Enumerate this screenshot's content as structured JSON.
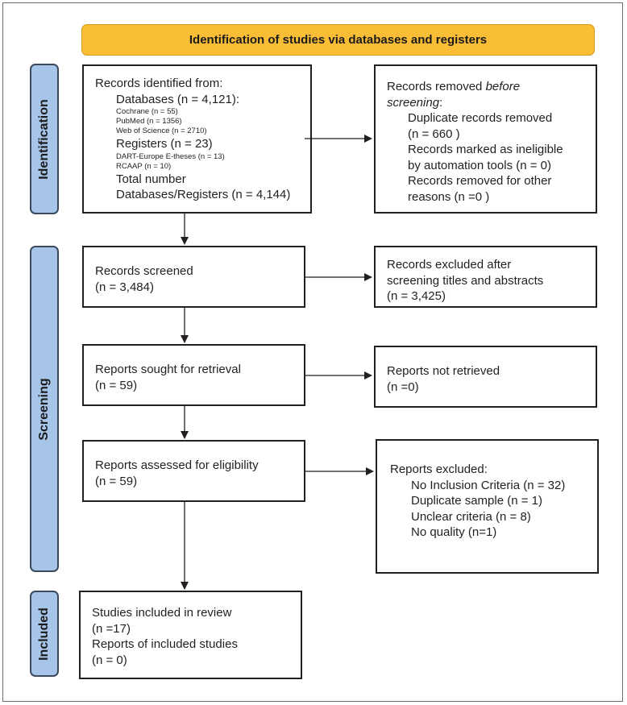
{
  "header": {
    "title": "Identification of studies via databases and registers"
  },
  "phases": {
    "identification": "Identification",
    "screening": "Screening",
    "included": "Included"
  },
  "records_identified": {
    "heading": "Records identified from:",
    "databases": "Databases (n = 4,121):",
    "cochrane": "Cochrane (n = 55)",
    "pubmed": "PubMed (n = 1356)",
    "wos": "Web of Science (n = 2710)",
    "registers": "Registers (n = 23)",
    "dart": "DART-Europe E-theses (n = 13)",
    "rcaap": "RCAAP (n = 10)",
    "total_line1": "Total number",
    "total_line2": "Databases/Registers (n = 4,144)"
  },
  "records_removed": {
    "heading_plain": "Records removed ",
    "heading_italic": "before",
    "heading_italic2": "screening",
    "heading_colon": ":",
    "dup1": "Duplicate records removed",
    "dup2": "(n = 660 )",
    "inel1": "Records marked as ineligible",
    "inel2": "by automation tools (n = 0)",
    "other1": "Records removed for other",
    "other2": "reasons (n =0 )"
  },
  "screened": {
    "line1": "Records screened",
    "line2": "(n = 3,484)"
  },
  "excluded_screen": {
    "line1": "Records excluded after",
    "line2": "screening titles and abstracts",
    "line3": "(n = 3,425)"
  },
  "sought": {
    "line1": "Reports sought for retrieval",
    "line2": "(n = 59)"
  },
  "not_retrieved": {
    "line1": "Reports not retrieved",
    "line2": "(n =0)"
  },
  "assessed": {
    "line1": "Reports assessed for eligibility",
    "line2": "(n = 59)"
  },
  "reports_excluded": {
    "heading": "Reports excluded:",
    "r1": "No Inclusion Criteria (n = 32)",
    "r2": "Duplicate sample (n = 1)",
    "r3": "Unclear criteria (n = 8)",
    "r4": "No quality (n=1)"
  },
  "included_box": {
    "line1": "Studies included in review",
    "line2": "(n =17)",
    "line3": "Reports of included studies",
    "line4": "(n = 0)"
  }
}
